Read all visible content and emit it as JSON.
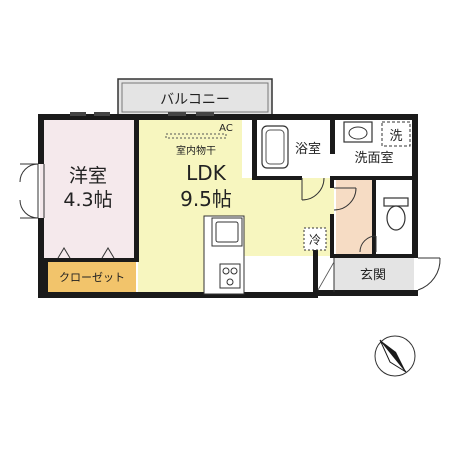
{
  "rooms": {
    "balcony": "バルコニー",
    "western_room": {
      "name": "洋室",
      "size": "4.3帖"
    },
    "closet": "クローゼット",
    "ldk": {
      "name": "LDK",
      "size": "9.5帖"
    },
    "indoor_drying": "室内物干",
    "ac": "AC",
    "bathroom": "浴室",
    "washroom": "洗面室",
    "washer": "洗",
    "fridge": "冷",
    "entrance": "玄関"
  },
  "colors": {
    "wall": "#1a1a1a",
    "western_floor": "#f5e9ec",
    "ldk_floor": "#f7f6bf",
    "closet_floor": "#f2c46b",
    "hallway_floor": "#f6dcc4",
    "wet_floor": "#ffffff",
    "balcony_floor": "#e4e4e4",
    "entrance_floor": "#e4e4e4"
  },
  "icons": {
    "compass": "north-arrow-icon"
  }
}
